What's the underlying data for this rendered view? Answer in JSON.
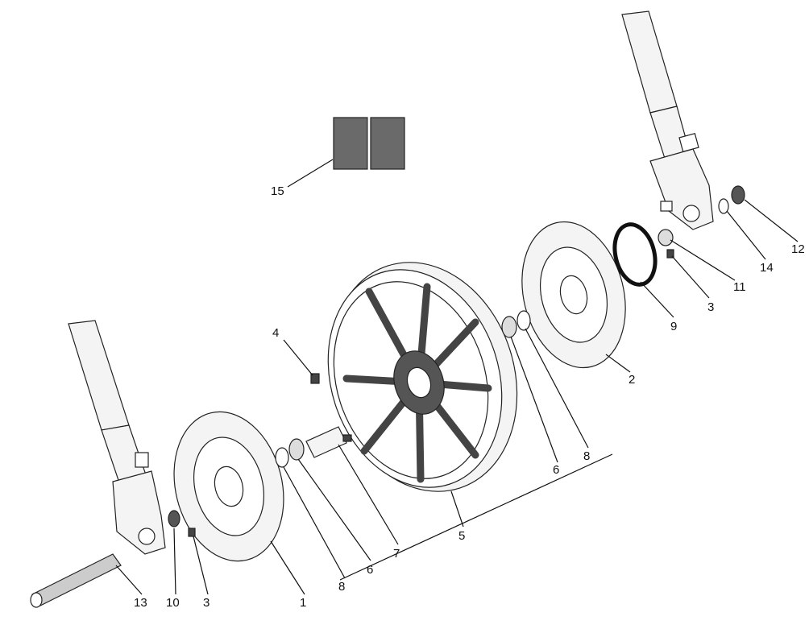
{
  "callouts": [
    {
      "id": "c15",
      "text": "15"
    },
    {
      "id": "c12",
      "text": "12"
    },
    {
      "id": "c14",
      "text": "14"
    },
    {
      "id": "c11",
      "text": "11"
    },
    {
      "id": "c3a",
      "text": "3"
    },
    {
      "id": "c9",
      "text": "9"
    },
    {
      "id": "c2",
      "text": "2"
    },
    {
      "id": "c8a",
      "text": "8"
    },
    {
      "id": "c6a",
      "text": "6"
    },
    {
      "id": "c4",
      "text": "4"
    },
    {
      "id": "c5",
      "text": "5"
    },
    {
      "id": "c7",
      "text": "7"
    },
    {
      "id": "c6b",
      "text": "6"
    },
    {
      "id": "c8b",
      "text": "8"
    },
    {
      "id": "c1",
      "text": "1"
    },
    {
      "id": "c3b",
      "text": "3"
    },
    {
      "id": "c10",
      "text": "10"
    },
    {
      "id": "c13",
      "text": "13"
    }
  ],
  "colors": {
    "line": "#222222",
    "pad": "#6a6a6a",
    "fill": "#f4f4f4",
    "dark": "#333333"
  }
}
